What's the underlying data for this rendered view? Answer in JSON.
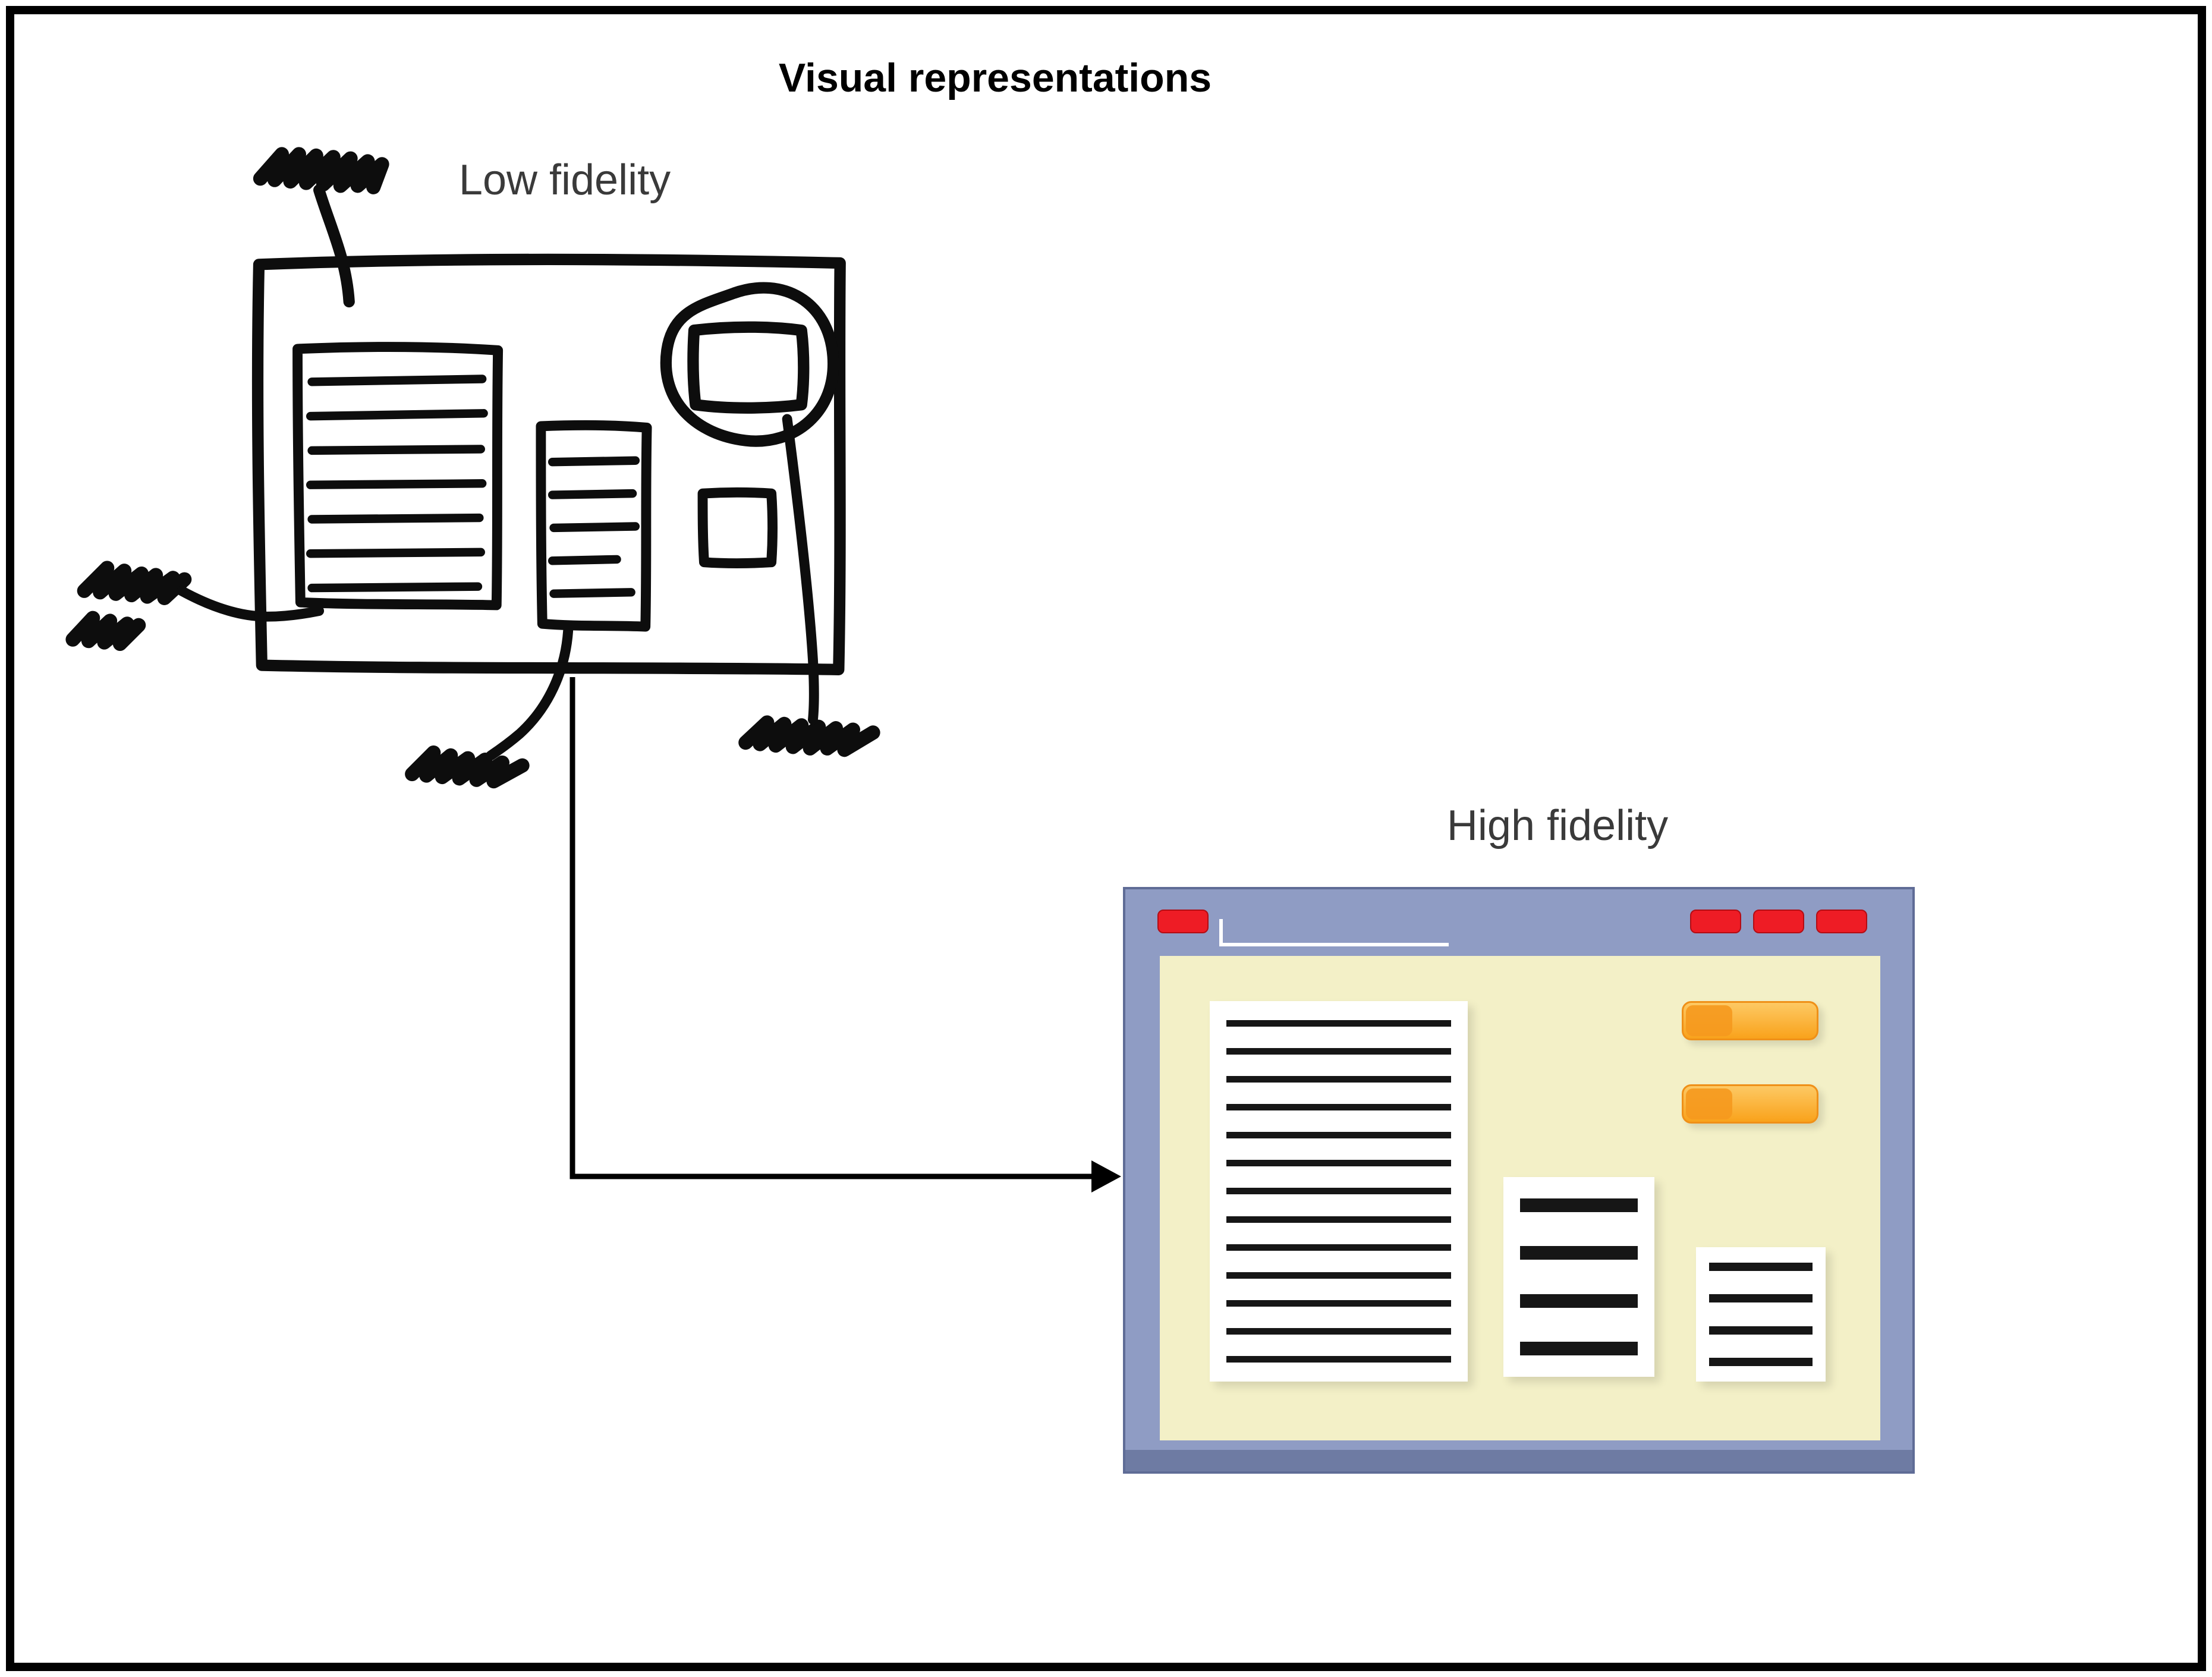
{
  "figure": {
    "title": "Visual representations",
    "labels": {
      "low": "Low fidelity",
      "high": "High fidelity"
    }
  },
  "colors": {
    "ink": "#000000",
    "label-text": "#3a3a3a",
    "window-frame": "#8f9cc4",
    "window-frame-dark": "#6e7ba3",
    "window-content": "#f3f0c7",
    "control-red": "#ee1c25",
    "button-orange": "#f9a21b",
    "button-orange-dark": "#ef9018",
    "panel-white": "#ffffff",
    "text-line": "#161616"
  }
}
